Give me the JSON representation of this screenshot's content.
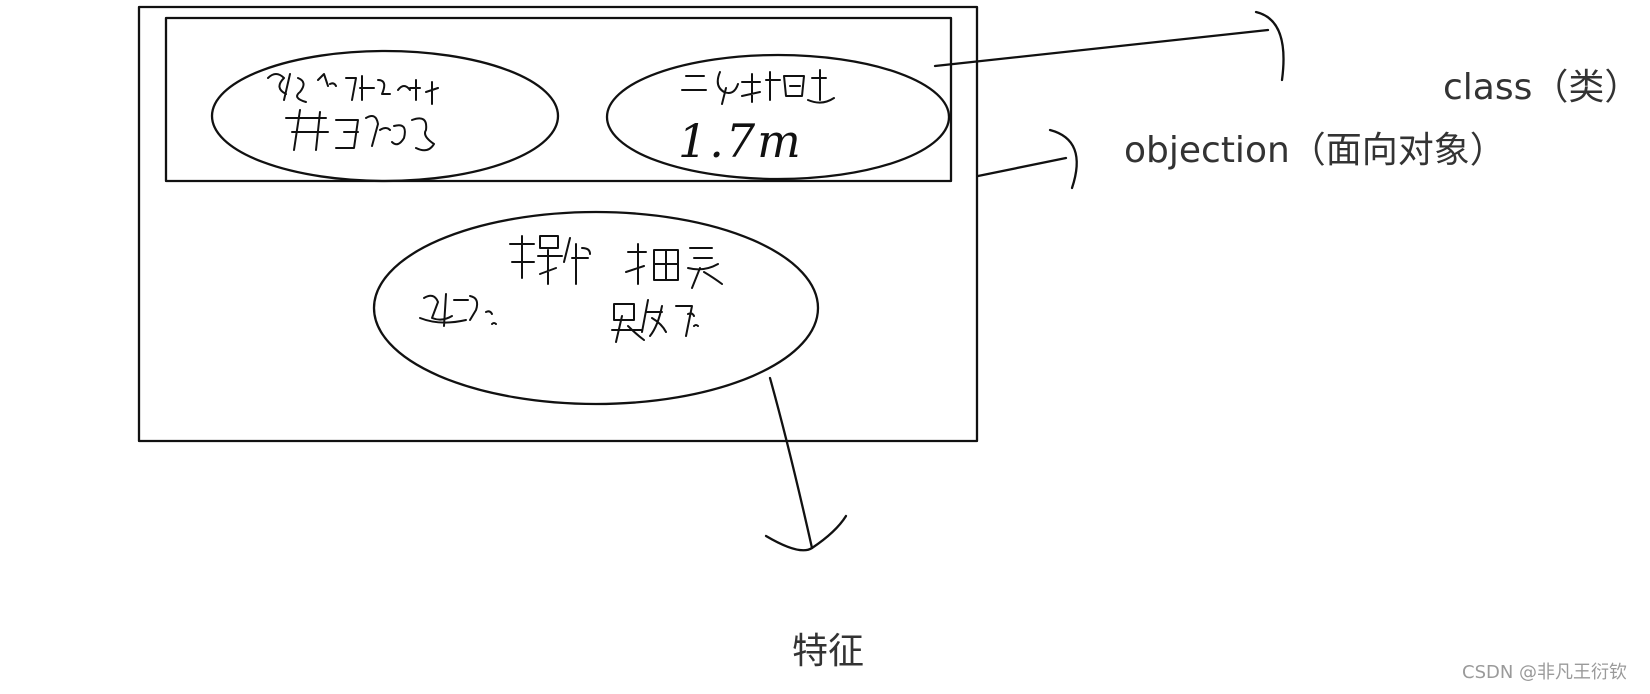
{
  "labels": {
    "class": "class（类）",
    "objection": "objection（面向对象）",
    "feature": "特征",
    "watermark": "CSDN @非凡王衍钦"
  },
  "handwriting": {
    "height": "1.7m"
  }
}
